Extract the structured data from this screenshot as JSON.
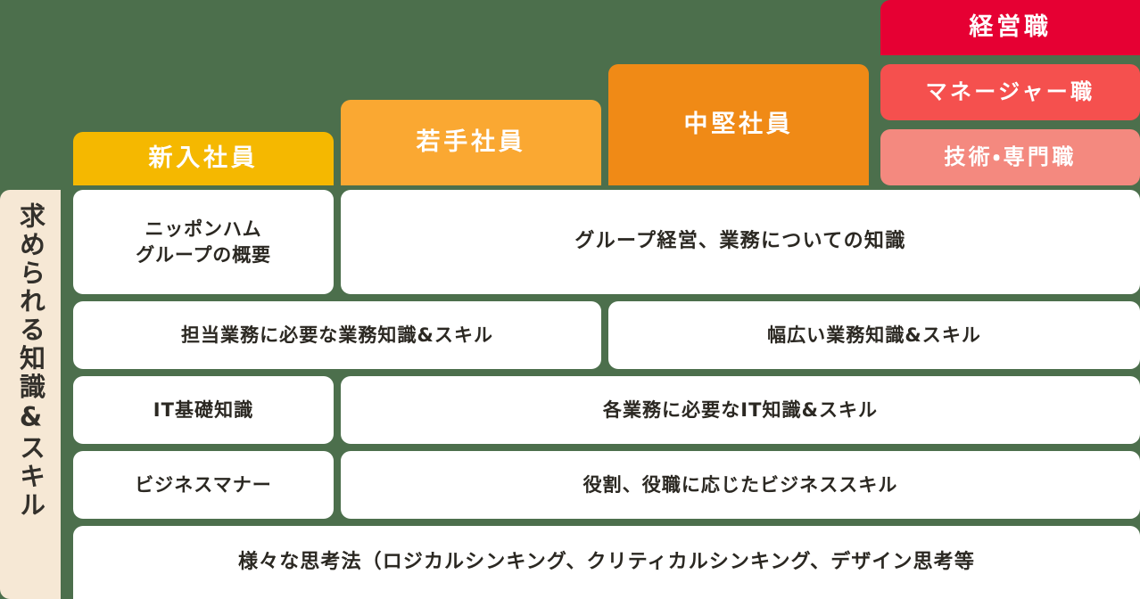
{
  "colors": {
    "background": "#4c6f4c",
    "newcomer": "#f5b800",
    "young": "#faa832",
    "mid": "#f08a16",
    "executive": "#e60033",
    "manager": "#f5504e",
    "specialist": "#f4897f",
    "axis_label_bg": "#f6e8d5",
    "cell_bg": "#ffffff",
    "text_dark": "#2b2822"
  },
  "axis": {
    "label": "求められる知識&スキル"
  },
  "columns": [
    {
      "id": "newcomer",
      "label": "新入社員"
    },
    {
      "id": "young",
      "label": "若手社員"
    },
    {
      "id": "mid",
      "label": "中堅社員"
    }
  ],
  "right_columns": [
    {
      "id": "executive",
      "label": "経営職"
    },
    {
      "id": "manager",
      "label": "マネージャー職"
    },
    {
      "id": "specialist",
      "label": "技術・専門職"
    }
  ],
  "rows": [
    {
      "index": 1,
      "cells": [
        {
          "span": "newcomer",
          "text": "ニッポンハム\nグループの概要"
        },
        {
          "span": "young-to-specialist",
          "text": "グループ経営、業務についての知識"
        }
      ]
    },
    {
      "index": 2,
      "cells": [
        {
          "span": "newcomer-to-young",
          "text": "担当業務に必要な業務知識&スキル"
        },
        {
          "span": "mid-to-specialist",
          "text": "幅広い業務知識&スキル"
        }
      ]
    },
    {
      "index": 3,
      "cells": [
        {
          "span": "newcomer",
          "text": "IT基礎知識"
        },
        {
          "span": "young-to-specialist",
          "text": "各業務に必要なIT知識&スキル"
        }
      ]
    },
    {
      "index": 4,
      "cells": [
        {
          "span": "newcomer",
          "text": "ビジネスマナー"
        },
        {
          "span": "young-to-specialist",
          "text": "役割、役職に応じたビジネススキル"
        }
      ]
    },
    {
      "index": 5,
      "cells": [
        {
          "span": "all",
          "text": "様々な思考法（ロジカルシンキング、クリティカルシンキング、デザイン思考等"
        }
      ]
    }
  ]
}
